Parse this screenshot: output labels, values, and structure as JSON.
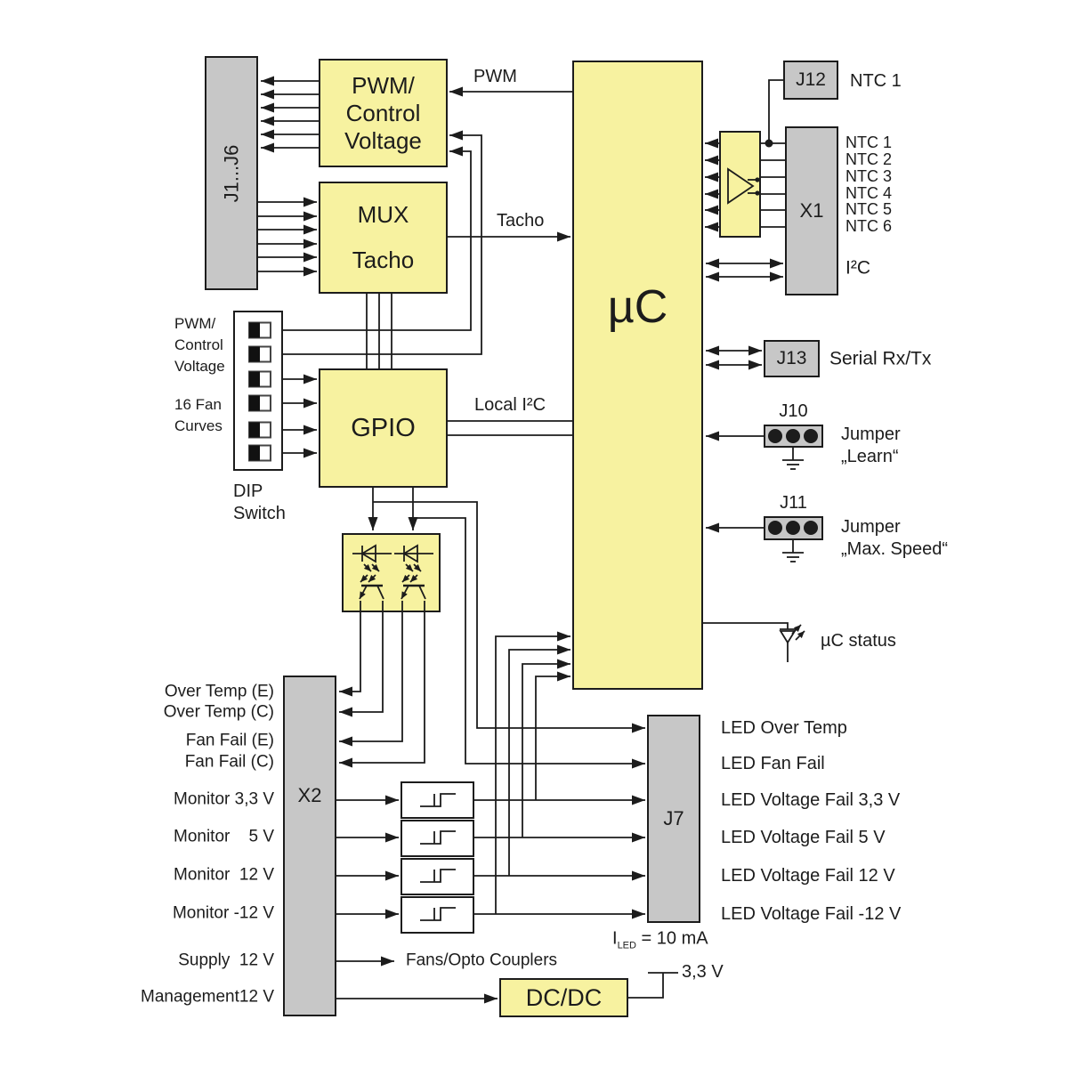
{
  "colors": {
    "block_fill_yellow": "#F7F2A0",
    "block_fill_gray": "#C7C7C7",
    "line": "#1C1C1C",
    "background": "#FFFFFF"
  },
  "blocks": {
    "j1_j6": "J1...J6",
    "pwm_control_voltage": "PWM/\nControl\nVoltage",
    "mux": "MUX",
    "mux_tacho": "Tacho",
    "gpio": "GPIO",
    "microcontroller": "µC",
    "dc_dc": "DC/DC",
    "j12": "J12",
    "x1": "X1",
    "j13": "J13",
    "j10": "J10",
    "j11": "J11",
    "x2": "X2",
    "j7": "J7"
  },
  "wire_labels": {
    "pwm": "PWM",
    "tacho": "Tacho",
    "local_i2c": "Local I²C",
    "i2c": "I²C",
    "serial_rx_tx": "Serial Rx/Tx",
    "uc_status": "µC status",
    "ntc1_j12": "NTC 1",
    "fans_opto": "Fans/Opto Couplers",
    "v_3_3": "3,3 V",
    "i_led_base": "I",
    "i_led_sub": "LED",
    "i_led_value": " = 10 mA"
  },
  "x1_pins": [
    "NTC 1",
    "NTC 2",
    "NTC 3",
    "NTC 4",
    "NTC 5",
    "NTC 6"
  ],
  "jumpers": {
    "j10_label": "Jumper\n„Learn“",
    "j11_label": "Jumper\n„Max. Speed“"
  },
  "dip": {
    "label_top": "PWM/\nControl\nVoltage",
    "label_bottom": "16 Fan\nCurves",
    "caption": "DIP\nSwitch"
  },
  "x2_pins": {
    "status": [
      "Over Temp (E)",
      "Over Temp (C)",
      "Fan Fail (E)",
      "Fan Fail (C)"
    ],
    "monitor": [
      "Monitor 3,3 V",
      "Monitor    5 V",
      "Monitor  12 V",
      "Monitor -12 V"
    ],
    "supply": "Supply  12 V",
    "management": "Management12 V"
  },
  "j7_pins": [
    "LED Over Temp",
    "LED Fan Fail",
    "LED Voltage Fail 3,3 V",
    "LED Voltage Fail 5 V",
    "LED Voltage Fail 12 V",
    "LED Voltage Fail -12 V"
  ]
}
